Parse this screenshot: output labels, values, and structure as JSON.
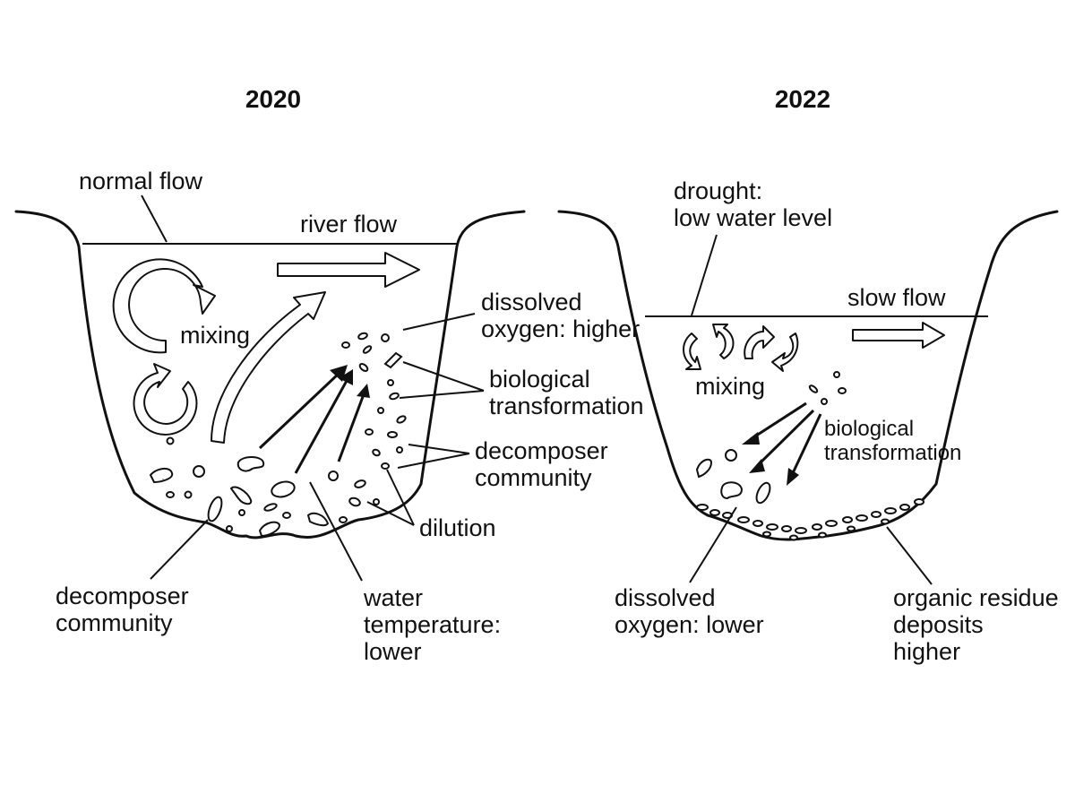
{
  "panels": {
    "left": {
      "year": "2020",
      "labels": {
        "normal_flow": "normal flow",
        "river_flow": "river flow",
        "mixing": "mixing",
        "dissolved_oxygen": [
          "dissolved",
          "oxygen: higher"
        ],
        "biological_transformation": [
          "biological",
          "transformation"
        ],
        "decomposer_community_right": [
          "decomposer",
          "community"
        ],
        "dilution": "dilution",
        "decomposer_community_bottom": [
          "decomposer",
          "community"
        ],
        "water_temperature": [
          "water",
          "temperature:",
          "lower"
        ]
      }
    },
    "right": {
      "year": "2022",
      "labels": {
        "drought": [
          "drought:",
          "low water level"
        ],
        "slow_flow": "slow flow",
        "mixing": "mixing",
        "biological_transformation": [
          "biological",
          "transformation"
        ],
        "dissolved_oxygen": [
          "dissolved",
          "oxygen: lower"
        ],
        "organic_residue": [
          "organic residue",
          "deposits",
          "higher"
        ]
      }
    }
  },
  "colors": {
    "ink": "#111111",
    "background": "#ffffff"
  }
}
